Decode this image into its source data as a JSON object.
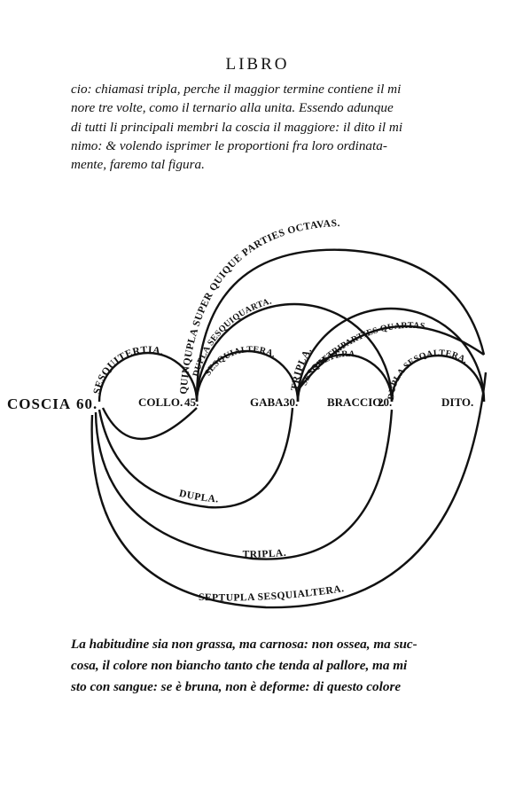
{
  "header": {
    "title": "LIBRO"
  },
  "top_paragraph": {
    "lines": [
      "cio: chiamasi tripla, perche il maggior termine contiene il mi",
      "nore tre volte, como il ternario alla unita. Essendo adunque",
      "di tutti li principali membri la coscia il maggiore: il dito il mi",
      "nimo: & volendo isprimer le proportioni fra loro ordinata-",
      "mente, faremo tal figura."
    ]
  },
  "figure": {
    "members": {
      "coscia": "COSCIA",
      "coscia_value": "60.",
      "collo": "COLLO.",
      "collo_value": "45.",
      "gaba": "GABA.",
      "gaba_value": "30.",
      "braccio": "BRACCIO.",
      "braccio_value": "20.",
      "dito": "DITO."
    },
    "arc_labels": {
      "sesquiterza": "SESQUITERTIA.",
      "sesquialtera_1": "SESQUIALTERA.",
      "sesquialtera_2": "SESQALTERA.",
      "tripla_upper": "TRIPLA.",
      "dupla_sesqualtera": "DUPLA SESQALTERA.",
      "dupla_sesquiquarta": "DUPLA SESQUIQUARTA.",
      "supertripartiens": "SUETRIPARTIES QUARTAS.",
      "quinqupla": "QUINQUPLA SUPER QUIQUE PARTIES OCTAVAS.",
      "dupla": "DUPLA.",
      "tripla_lower": "TRIPLA.",
      "septupla": "SEPTUPLA SESQUIALTERA."
    }
  },
  "bottom_paragraph": {
    "lines": [
      "La habitudine sia non grassa, ma carnosa: non ossea, ma suc-",
      "cosa, il colore non biancho tanto che tenda al pallore, ma mi",
      "sto con sangue: se è bruna, non è deforme: di questo colore"
    ]
  }
}
